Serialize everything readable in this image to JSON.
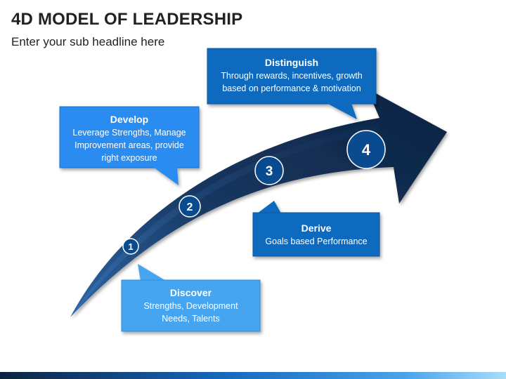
{
  "title": "4D MODEL OF LEADERSHIP",
  "subtitle": "Enter your sub headline here",
  "colors": {
    "arrow_dark": "#0d2240",
    "arrow_light": "#2a5a93",
    "circle_fill": "#0a4a8f",
    "develop_box": "#2a8cf0",
    "discover_box": "#45a5f0",
    "distinguish_box": "#0a6bbf",
    "derive_box": "#0a6bbf",
    "bar_dark": "#0d2240",
    "bar_mid": "#1669c0",
    "bar_light": "#7cc4f4"
  },
  "steps": [
    {
      "number": "1",
      "heading": "Discover",
      "lines": [
        "Strengths, Development",
        "Needs, Talents"
      ]
    },
    {
      "number": "2",
      "heading": "Develop",
      "lines": [
        "Leverage Strengths, Manage",
        "Improvement areas, provide",
        "right exposure"
      ]
    },
    {
      "number": "3",
      "heading": "Derive",
      "lines": [
        "Goals based Performance"
      ]
    },
    {
      "number": "4",
      "heading": "Distinguish",
      "lines": [
        "Through rewards, incentives, growth",
        "based on performance & motivation"
      ]
    }
  ]
}
